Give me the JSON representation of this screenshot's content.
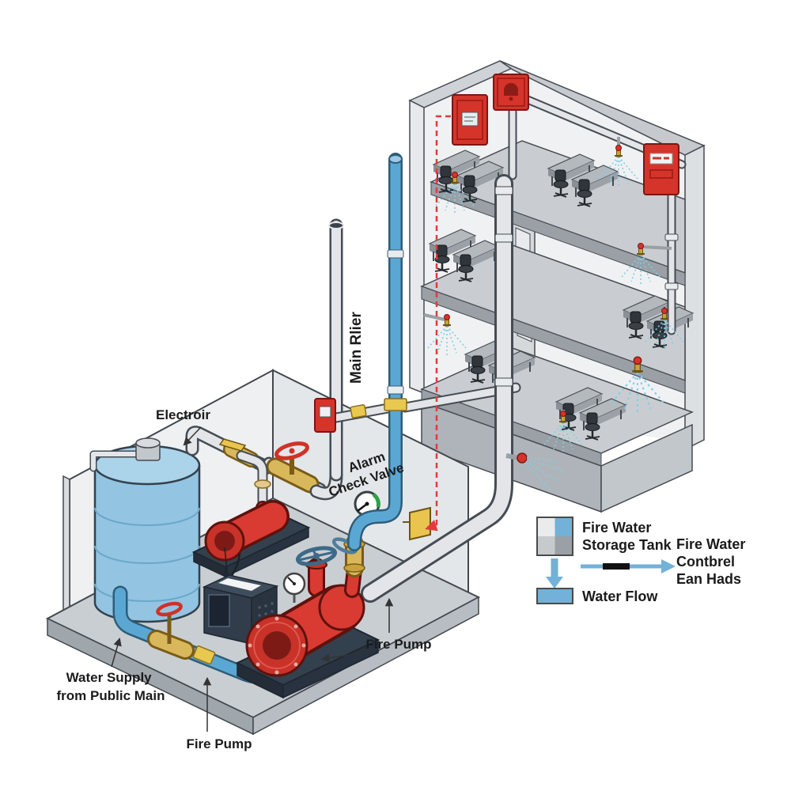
{
  "diagram": {
    "labels": {
      "electric_room": "Electroir",
      "main_riser": "Main Rlier",
      "alarm_check_valve": [
        "Alarm",
        "Check Valve"
      ],
      "fire_pump_callout": "Fire Pump",
      "water_supply": [
        "Water Supply",
        "from Public Main"
      ],
      "fire_pump_bottom": "Fire Pump"
    },
    "legend": {
      "storage_tank": [
        "Fire Water",
        "Storage Tank"
      ],
      "water_flow": "Water Flow",
      "control_panel": [
        "Fire Water",
        "Contbrel",
        "Ean Hads"
      ]
    },
    "colors": {
      "water_blue": "#5ba7d4",
      "tank_blue": "#93c4e2",
      "pipe_gray": "#e3e5e8",
      "pump_red": "#d93a32",
      "brass": "#d9b85c",
      "alarm_red": "#d5342b",
      "dashed_red": "#e23b3b",
      "spray_blue": "#7fcfe6",
      "floor_gray": "#c9ced2"
    }
  }
}
